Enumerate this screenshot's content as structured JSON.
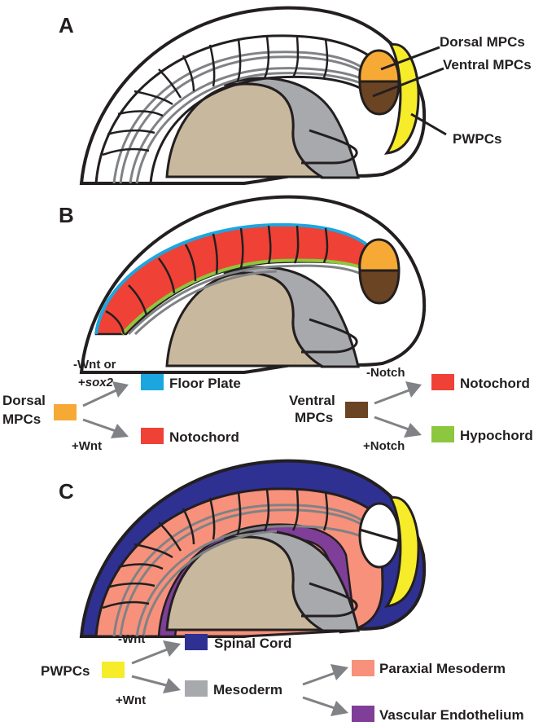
{
  "panels": {
    "a": {
      "letter": "A",
      "labels": {
        "dorsal": "Dorsal MPCs",
        "ventral": "Ventral MPCs",
        "pwpcs": "PWPCs"
      }
    },
    "b": {
      "letter": "B"
    },
    "c": {
      "letter": "C"
    }
  },
  "legend_b": {
    "dorsal_source": [
      "Dorsal",
      "MPCs"
    ],
    "dorsal_cond_top": "-Wnt or",
    "dorsal_cond_top2_prefix": "+",
    "dorsal_cond_top2_gene": "sox2",
    "dorsal_cond_bottom": "+Wnt",
    "dorsal_out_top": "Floor Plate",
    "dorsal_out_bottom": "Notochord",
    "ventral_source": [
      "Ventral",
      "MPCs"
    ],
    "ventral_cond_top": "-Notch",
    "ventral_cond_bottom": "+Notch",
    "ventral_out_top": "Notochord",
    "ventral_out_bottom": "Hypochord"
  },
  "legend_c": {
    "source": "PWPCs",
    "cond_top": "-Wnt",
    "cond_bottom": "+Wnt",
    "out_top": "Spinal Cord",
    "out_mid": "Mesoderm",
    "out_para": "Paraxial Mesoderm",
    "out_vasc": "Vascular Endothelium"
  },
  "colors": {
    "dorsal_mpc": "#f7a935",
    "ventral_mpc": "#6b4423",
    "pwpc": "#f6ec2a",
    "floor_plate": "#1ca6df",
    "notochord": "#ef4136",
    "hypochord": "#8dc63f",
    "spinal_cord": "#2e3192",
    "mesoderm": "#a7a9ac",
    "paraxial": "#f7917c",
    "vascular": "#7f3f98",
    "yolk": "#c8b89d",
    "gray_tissue": "#a7a9ac",
    "outline": "#231f20"
  }
}
